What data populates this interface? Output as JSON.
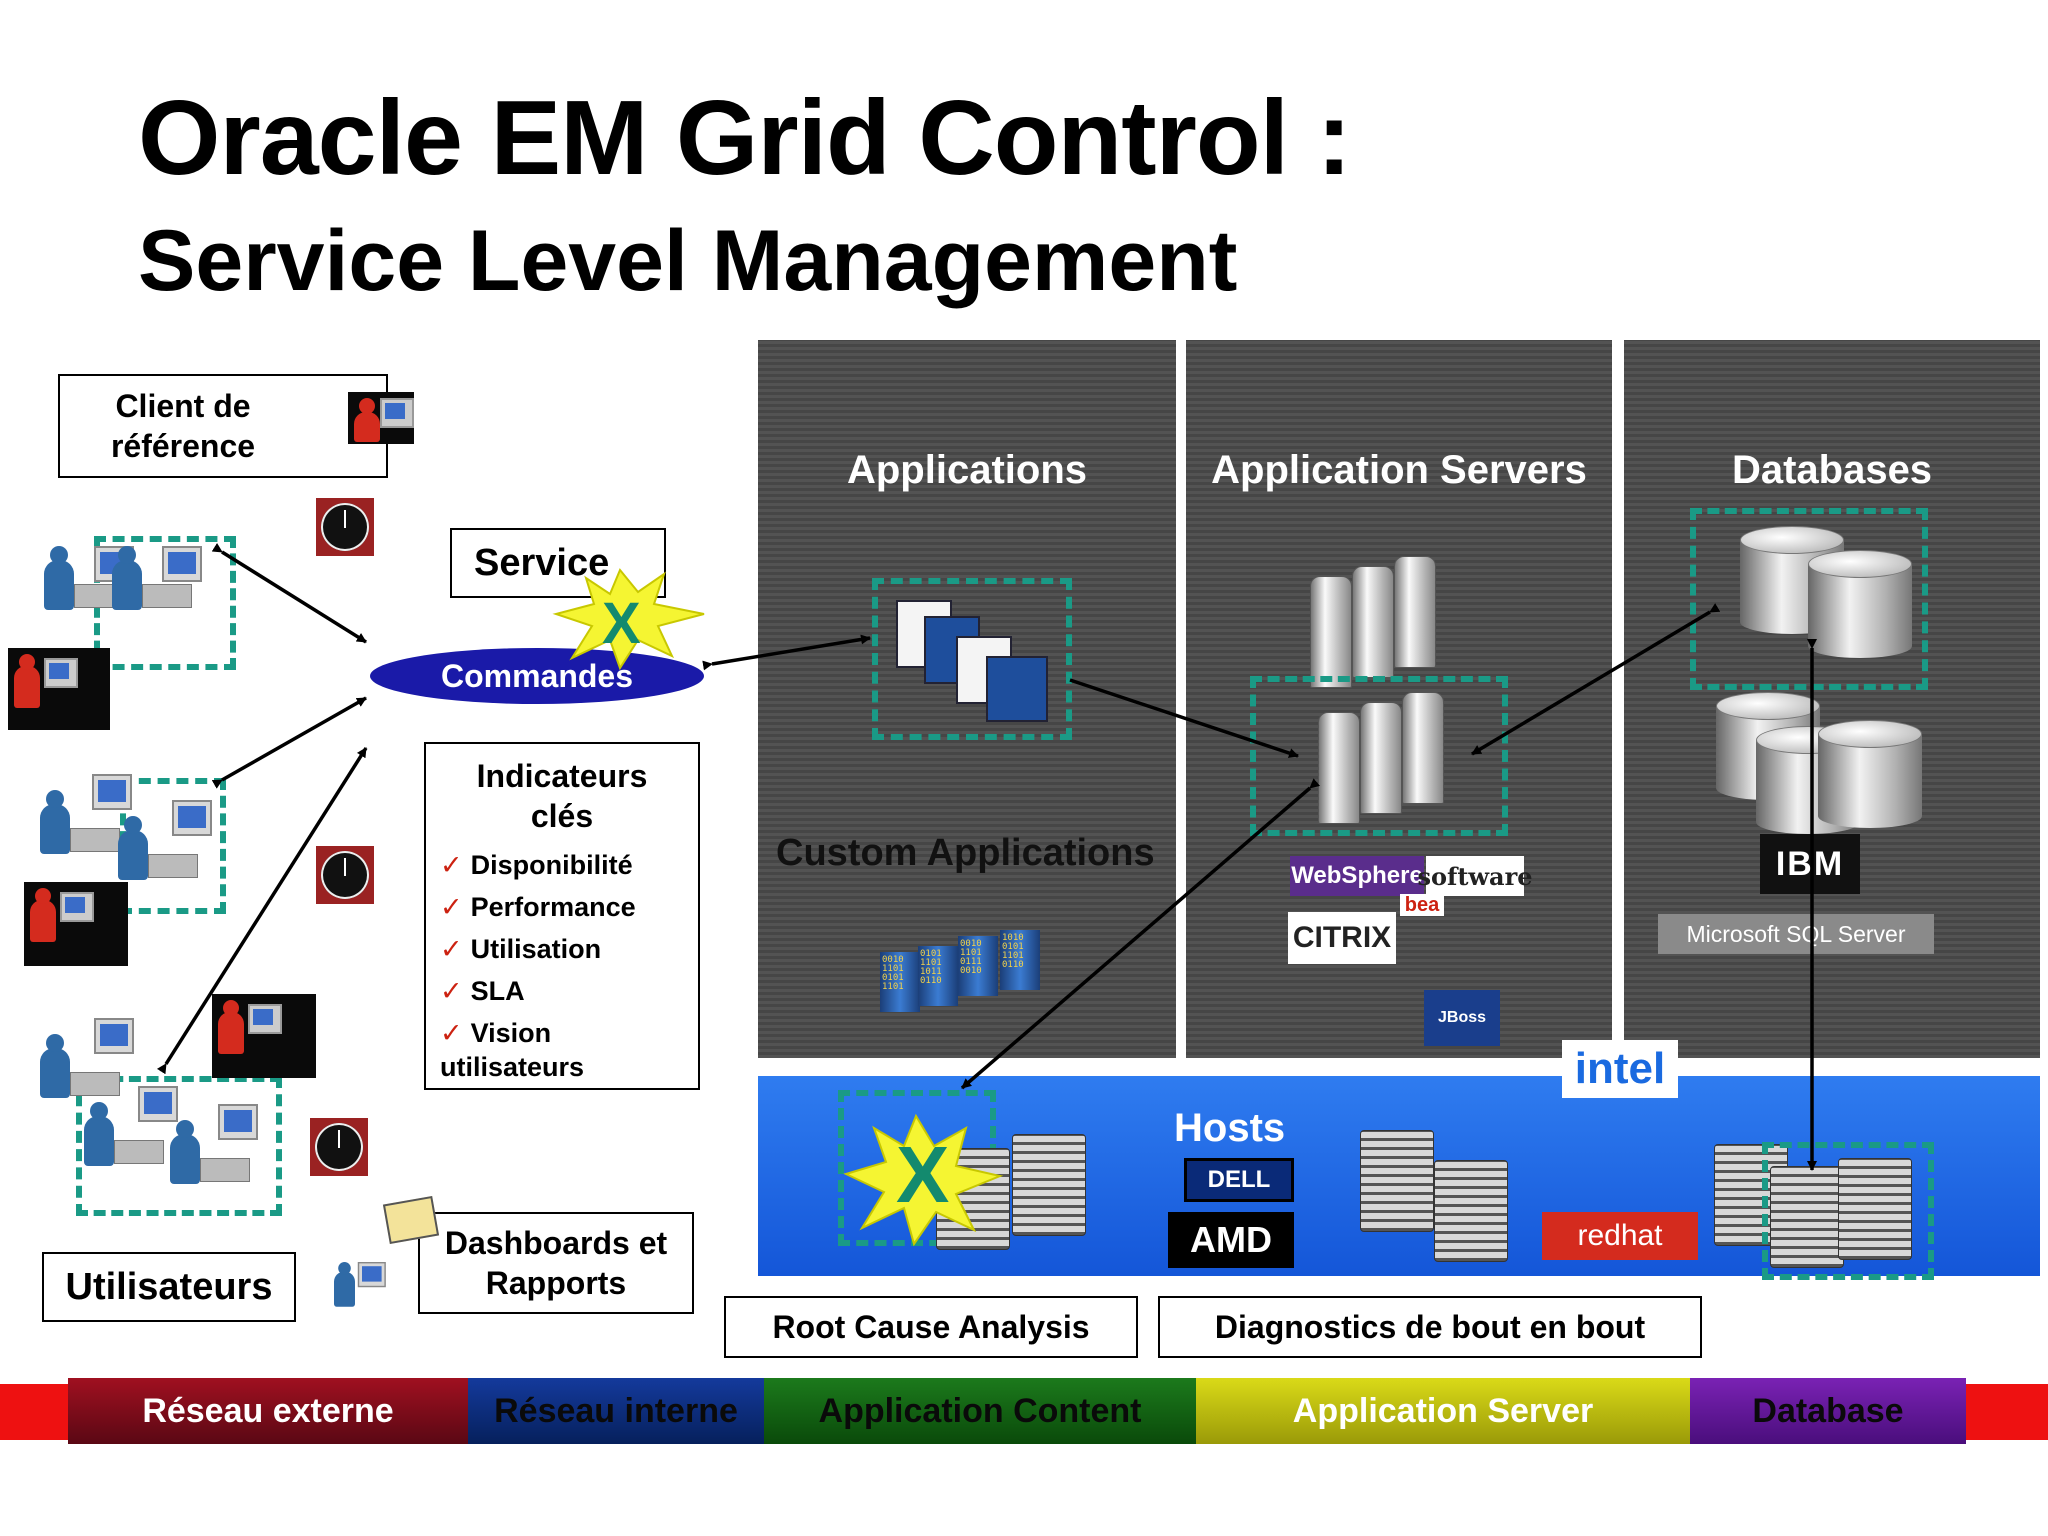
{
  "title": {
    "line1": "Oracle EM Grid Control :",
    "line2": "Service Level Management"
  },
  "left": {
    "reference_client": "Client de référence",
    "service_label": "Service",
    "service_pill": "Commandes",
    "failure_marker": "X",
    "kpi": {
      "title": "Indicateurs clés",
      "check": "✓",
      "items": [
        "Disponibilité",
        "Performance",
        "Utilisation",
        "SLA",
        "Vision utilisateurs"
      ]
    },
    "dashboards": "Dashboards et Rapports",
    "users": "Utilisateurs"
  },
  "panels": {
    "applications": "Applications",
    "custom_applications": "Custom Applications",
    "app_servers": "Application Servers",
    "databases": "Databases",
    "hosts": "Hosts"
  },
  "logos": {
    "websphere": "WebSphere",
    "software": "software",
    "bea": "bea",
    "citrix": "CITRIX",
    "jboss": "JBoss",
    "intel": "intel",
    "ibm": "IBM",
    "mssql": "Microsoft SQL Server",
    "dell": "DELL",
    "amd": "AMD",
    "redhat": "redhat"
  },
  "bottom_boxes": {
    "rca": "Root Cause Analysis",
    "diagnostics": "Diagnostics de bout en bout"
  },
  "bar": {
    "segments": [
      "Réseau externe",
      "Réseau interne",
      "Application Content",
      "Application Server",
      "Database"
    ]
  },
  "colors": {
    "panel_gray": "#4a4a4a",
    "hosts_blue": "#1a6ae0",
    "dash_teal": "#1a9a86",
    "pill_blue": "#1a1aa8",
    "burst_yellow": "#f5f532",
    "bar_red": "#ee1111",
    "bar_seg1": "#6e0a18",
    "bar_seg2": "#0a2a78",
    "bar_seg3": "#0e5a10",
    "bar_seg4": "#b4b40a",
    "bar_seg5": "#5a148c"
  }
}
